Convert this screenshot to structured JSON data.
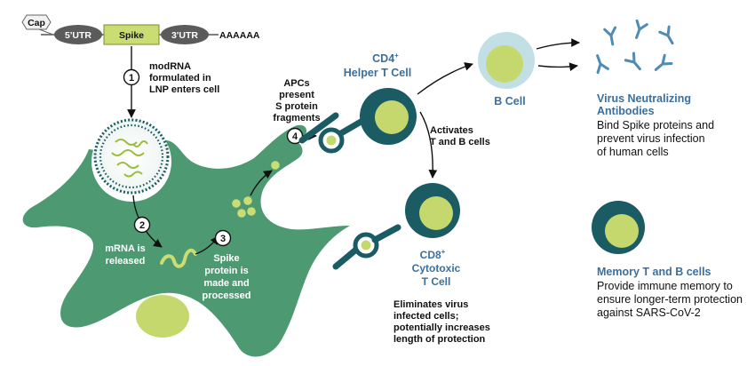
{
  "mrna_construct": {
    "cap": "Cap",
    "utr5": "5'UTR",
    "spike": "Spike",
    "utr3": "3'UTR",
    "polya": "AAAAAA"
  },
  "steps": [
    {
      "number": "1",
      "lines": [
        "modRNA",
        "formulated in",
        "LNP enters cell"
      ]
    },
    {
      "number": "2",
      "lines": [
        "mRNA is",
        "released"
      ]
    },
    {
      "number": "3",
      "lines": [
        "Spike",
        "protein is",
        "made and",
        "processed"
      ]
    },
    {
      "number": "4",
      "lines": [
        "APCs",
        "present",
        "S protein",
        "fragments"
      ]
    }
  ],
  "cd4": {
    "name_main": "CD4",
    "name_sup": "+",
    "name_line2": "Helper T Cell"
  },
  "activates": [
    "Activates",
    "T and B cells"
  ],
  "cd8": {
    "name_main": "CD8",
    "name_sup": "+",
    "name_line2": "Cytotoxic",
    "name_line3": "T Cell"
  },
  "eliminates": [
    "Eliminates virus",
    "infected cells;",
    "potentially increases",
    "length of protection"
  ],
  "b_cell": {
    "name": "B Cell"
  },
  "antibodies": {
    "title_lines": [
      "Virus Neutralizing",
      "Antibodies"
    ],
    "desc_lines": [
      "Bind Spike proteins and",
      "prevent virus infection",
      "of human cells"
    ]
  },
  "memory": {
    "title": "Memory T and B cells",
    "desc_lines": [
      "Provide immune memory to",
      "ensure longer-term protection",
      "against SARS-CoV-2"
    ]
  },
  "colors": {
    "cell_green": "#4d9a72",
    "nucleus": "#c5d86d",
    "t_cell_dark": "#1b5b64",
    "b_cell_light": "#c3dfe6",
    "label_blue": "#3a6f9e",
    "antibody_blue": "#4f8bb3"
  }
}
